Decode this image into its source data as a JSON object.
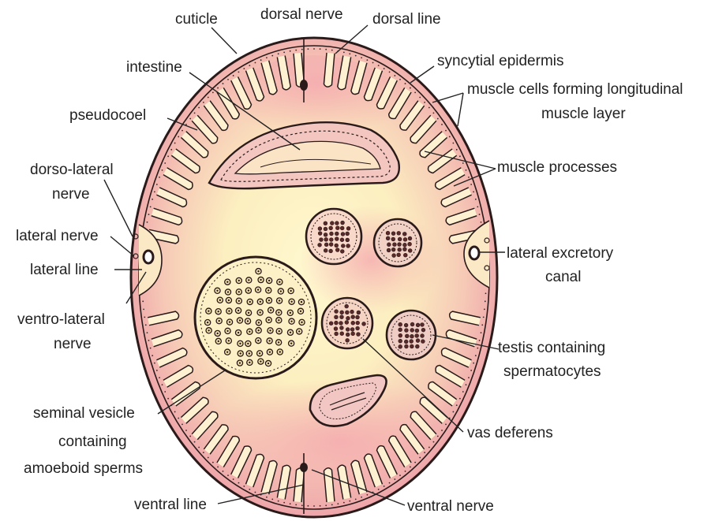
{
  "labels": {
    "cuticle": "cuticle",
    "dorsal_nerve": "dorsal nerve",
    "dorsal_line": "dorsal line",
    "intestine": "intestine",
    "syncytial_epidermis": "syncytial epidermis",
    "muscle_cells_1": "muscle cells forming longitudinal",
    "muscle_cells_2": "muscle layer",
    "pseudocoel": "pseudocoel",
    "muscle_processes": "muscle processes",
    "dorso_lateral_1": "dorso-lateral",
    "dorso_lateral_2": "nerve",
    "lateral_nerve": "lateral nerve",
    "lateral_line": "lateral line",
    "lateral_excretory_1": "lateral excretory",
    "lateral_excretory_2": "canal",
    "ventro_lateral_1": "ventro-lateral",
    "ventro_lateral_2": "nerve",
    "testis_1": "testis containing",
    "testis_2": "spermatocytes",
    "seminal_1": "seminal vesicle",
    "seminal_2": "containing",
    "seminal_3": "amoeboid sperms",
    "vas_deferens": "vas deferens",
    "ventral_line": "ventral line",
    "ventral_nerve": "ventral nerve"
  },
  "colors": {
    "background": "#ffffff",
    "body_fill": "#f7e6b8",
    "pink_tint": "#ef9aa5",
    "yellow_tint": "#fdf6c4",
    "outline": "#2a1a1a",
    "text": "#222222"
  }
}
